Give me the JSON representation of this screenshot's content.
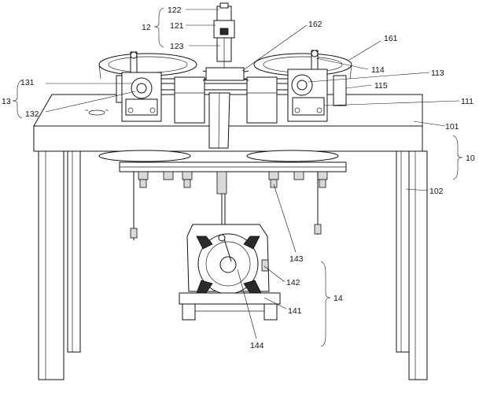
{
  "labels": {
    "l122": "122",
    "l121": "121",
    "l12": "12",
    "l123": "123",
    "l162": "162",
    "l161": "161",
    "l114": "114",
    "l113": "113",
    "l115": "115",
    "l131": "131",
    "l13": "13",
    "l132": "132",
    "l111": "111",
    "l101": "101",
    "l10": "10",
    "l102": "102",
    "l143": "143",
    "l142": "142",
    "l14": "14",
    "l141": "141",
    "l144": "144"
  }
}
